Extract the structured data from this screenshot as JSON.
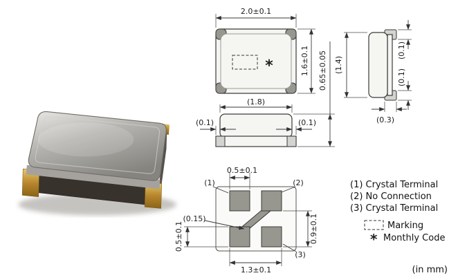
{
  "top_view": {
    "width_dim": "2.0±0.1",
    "height_dim": "1.6±0.1",
    "monthly_code_mark": "*"
  },
  "front_view": {
    "lid_width_dim": "(1.8)",
    "left_margin_dim": "(0.1)",
    "right_margin_dim": "(0.1)",
    "height_dim": "0.65±0.05"
  },
  "side_view": {
    "lid_height_dim": "(1.4)",
    "top_terminal_dim": "(0.1)",
    "bottom_terminal_dim": "(0.1)",
    "terminal_width_dim": "(0.3)"
  },
  "bottom_view": {
    "pad_width_dim": "0.5±0.1",
    "pad_height_dim": "0.5±0.1",
    "pad_pitch_dim": "0.9±0.1",
    "pad_span_dim": "1.3±0.1",
    "trace_width_dim": "(0.15)",
    "terminal_1": "(1)",
    "terminal_2": "(2)",
    "terminal_3": "(3)"
  },
  "legend": {
    "terminal_1": "(1) Crystal Terminal",
    "terminal_2": "(2) No Connection",
    "terminal_3": "(3) Crystal Terminal",
    "marking": "Marking",
    "monthly_code_mark": "*",
    "monthly_code": "Monthly Code",
    "units": "(in mm)"
  },
  "colors": {
    "line": "#3a3a3a",
    "pad_gray": "#98978f",
    "gold": "#c9a13b",
    "metal": "#b4b3af"
  }
}
